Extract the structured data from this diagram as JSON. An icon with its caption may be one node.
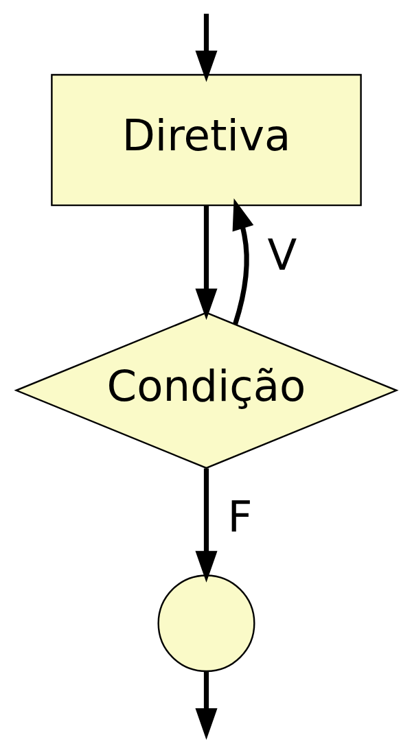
{
  "diagram": {
    "nodes": [
      {
        "text": [
          "Diretiva"
        ]
      },
      {
        "text": [
          "Condição"
        ]
      },
      {
        "text": [],
        "shape": "circle"
      }
    ],
    "edges": [
      {
        "from": null,
        "to": 0,
        "arrow": "to"
      },
      {
        "from": 0,
        "to": 1,
        "arrow": "to"
      },
      {
        "from": 1,
        "to": 0,
        "arrow": "to",
        "label": "V"
      },
      {
        "from": 1,
        "to": 2,
        "arrow": "to",
        "label": "F"
      },
      {
        "from": 2,
        "to": null,
        "arrow": "to"
      }
    ]
  }
}
